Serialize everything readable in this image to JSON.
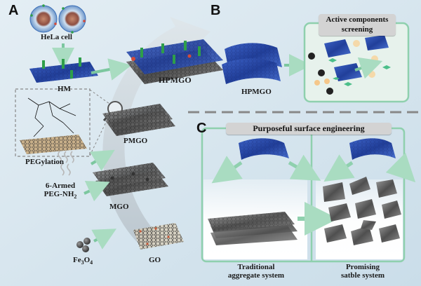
{
  "panels": {
    "a": "A",
    "b": "B",
    "c": "C"
  },
  "labels": {
    "hela_cell": "HeLa cell",
    "hm": "HM",
    "hpmgo_a": "HPMGO",
    "pegylation": "PEGylation",
    "pmgo": "PMGO",
    "peg_line1": "6-Armed",
    "peg_line2_prefix": "PEG-NH",
    "peg_line2_sub": "2",
    "mgo": "MGO",
    "fe_prefix": "Fe",
    "fe_sub1": "3",
    "fe_mid": "O",
    "fe_sub2": "4",
    "go": "GO",
    "hpmgo_b": "HPMGO",
    "screening_line1": "Active components",
    "screening_line2": "screening",
    "surface_engineering": "Purposeful surface engineering",
    "traditional_line1": "Traditional",
    "traditional_line2": "aggregate system",
    "promising_line1": "Promising",
    "promising_line2": "satble system"
  },
  "colors": {
    "background": "#d7e6ef",
    "panel_border": "#8fd0ae",
    "arrow_green": "#a9dcc1",
    "membrane_blue": "#2b4fb0",
    "graphene_gray": "#6f6f6f"
  }
}
